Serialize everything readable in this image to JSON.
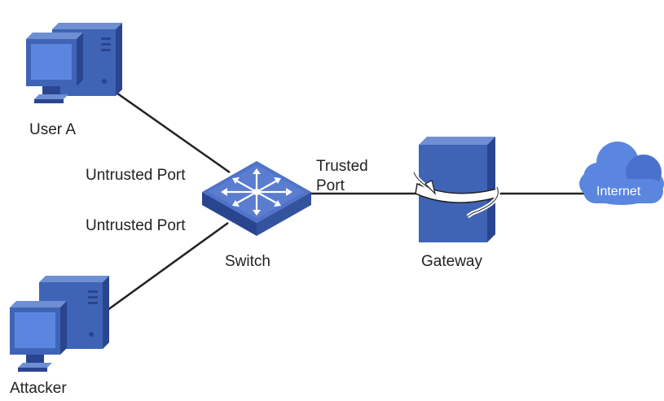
{
  "nodes": {
    "user_a": {
      "label": "User A"
    },
    "attacker": {
      "label": "Attacker"
    },
    "switch": {
      "label": "Switch"
    },
    "gateway": {
      "label": "Gateway"
    },
    "internet": {
      "label": "Internet"
    }
  },
  "ports": {
    "user_a_port": "Untrusted Port",
    "attacker_port": "Untrusted Port",
    "gateway_port_line1": "Trusted",
    "gateway_port_line2": "Port"
  },
  "colors": {
    "device_blue": "#3f64b6",
    "device_light": "#6e8fd3",
    "device_dark": "#2a4590",
    "screen": "#5b86e0",
    "line": "#222222"
  },
  "icons": {
    "pc": "desktop-computer-icon",
    "switch": "network-switch-icon",
    "gateway": "gateway-router-icon",
    "cloud": "cloud-icon"
  }
}
